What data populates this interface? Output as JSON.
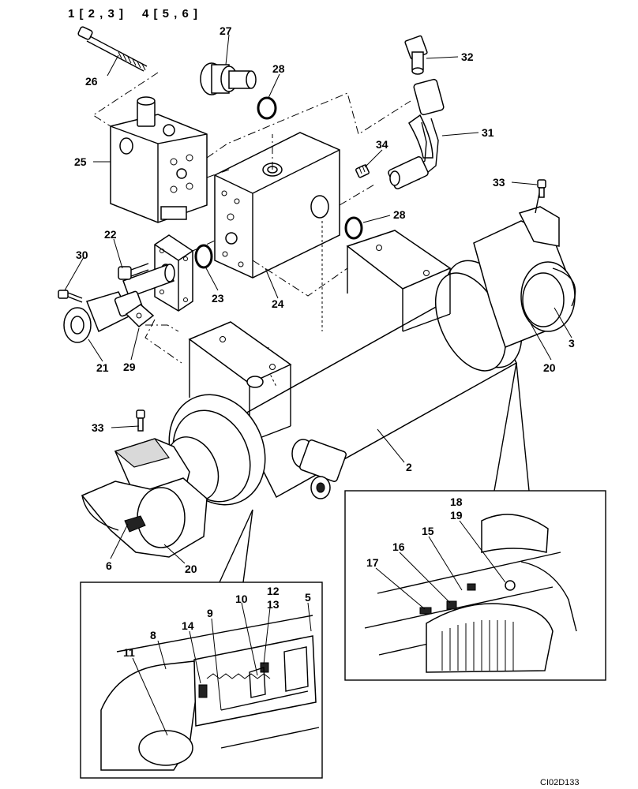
{
  "header": {
    "group_a": "1 [ 2 , 3 ]",
    "group_b": "4 [ 5 , 6 ]"
  },
  "drawing_code": "CI02D133",
  "callouts": {
    "c26": "26",
    "c27": "27",
    "c28a": "28",
    "c32": "32",
    "c31": "31",
    "c34": "34",
    "c25": "25",
    "c28b": "28",
    "c33a": "33",
    "c22": "22",
    "c30": "30",
    "c23": "23",
    "c24": "24",
    "c3": "3",
    "c20a": "20",
    "c21": "21",
    "c29": "29",
    "c33b": "33",
    "c2": "2",
    "c6": "6",
    "c20b": "20",
    "c18": "18",
    "c19": "19",
    "c15": "15",
    "c16": "16",
    "c17": "17",
    "c12": "12",
    "c13": "13",
    "c9": "9",
    "c10": "10",
    "c5": "5",
    "c14": "14",
    "c8": "8",
    "c11": "11"
  }
}
